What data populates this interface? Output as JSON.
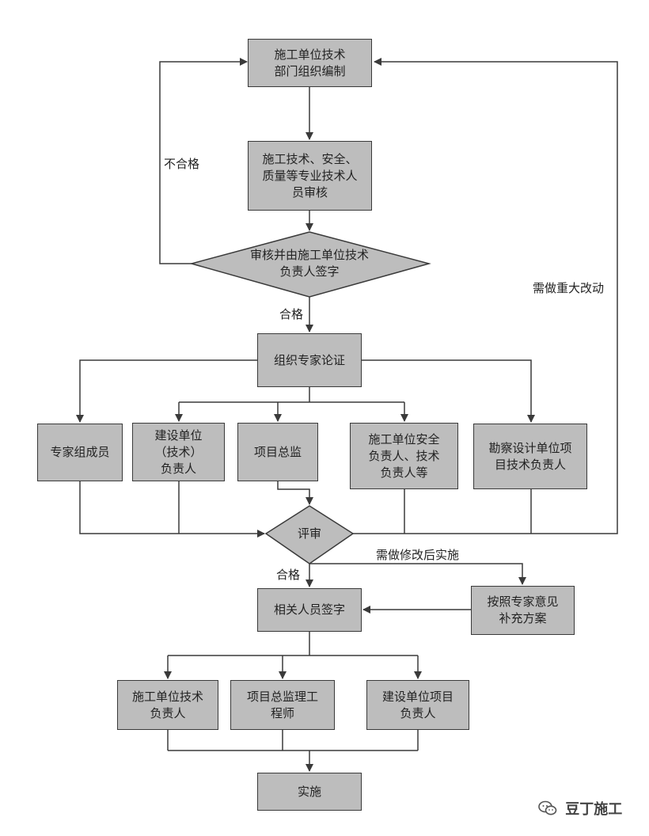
{
  "nodes": {
    "compile": "施工单位技术\n部门组织编制",
    "review": "施工技术、安全、\n质量等专业技术人\n员审核",
    "sign_decision": "审核并由施工单位技术\n负责人签字",
    "expert_demo": "组织专家论证",
    "p_expert": "专家组成员",
    "p_owner": "建设单位\n（技术）\n负责人",
    "p_supervisor": "项目总监",
    "p_contractor": "施工单位安全\n负责人、技术\n负责人等",
    "p_survey": "勘察设计单位项\n目技术负责人",
    "evaluate": "评审",
    "related_sign": "相关人员签字",
    "supplement": "按照专家意见\n补充方案",
    "s_contractor": "施工单位技术\n负责人",
    "s_supervisor": "项目总监理工\n程师",
    "s_owner": "建设单位项目\n负责人",
    "implement": "实施"
  },
  "labels": {
    "unqualified": "不合格",
    "qualified_1": "合格",
    "major_change": "需做重大改动",
    "modify_then_implement": "需做修改后实施",
    "qualified_2": "合格"
  },
  "watermark": {
    "icon": "wechat-icon",
    "text": "豆丁施工"
  },
  "colors": {
    "box_fill": "#bdbdbd",
    "line": "#3a3a3a"
  }
}
